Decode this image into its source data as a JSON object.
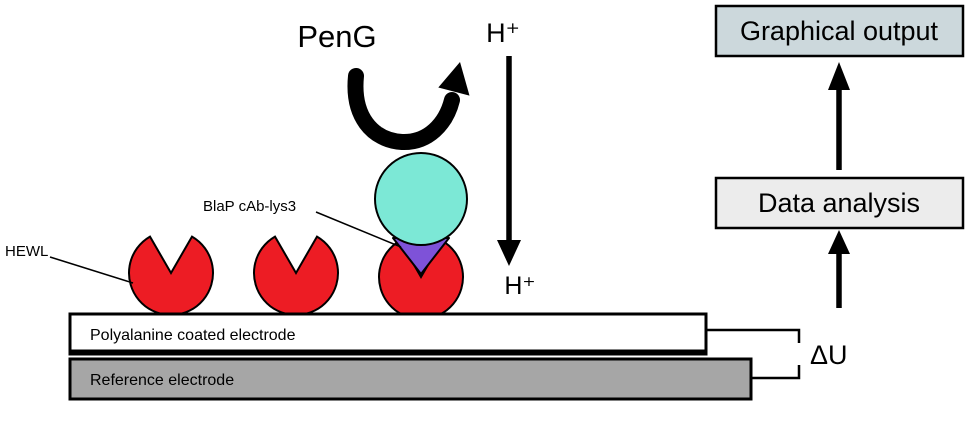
{
  "labels": {
    "peng": "PenG",
    "h_plus_top": "H⁺",
    "h_plus_bottom": "H⁺",
    "hewl": "HEWL",
    "blap_cab": "BlaP cAb-lys3",
    "delta_u": "ΔU"
  },
  "electrodes": {
    "polyalanine_label": "Polyalanine coated electrode",
    "reference_label": "Reference electrode"
  },
  "flowchart": {
    "analysis_label": "Data analysis",
    "output_label": "Graphical output"
  },
  "colors": {
    "enzyme_red": "#ed1c24",
    "antibody_purple": "#7e52d8",
    "substrate_cyan": "#7ce8d6",
    "reference_gray": "#a6a6a6",
    "output_box_fill": "#ccd8dc",
    "analysis_box_fill": "#ececec",
    "electrode_white": "#ffffff"
  }
}
